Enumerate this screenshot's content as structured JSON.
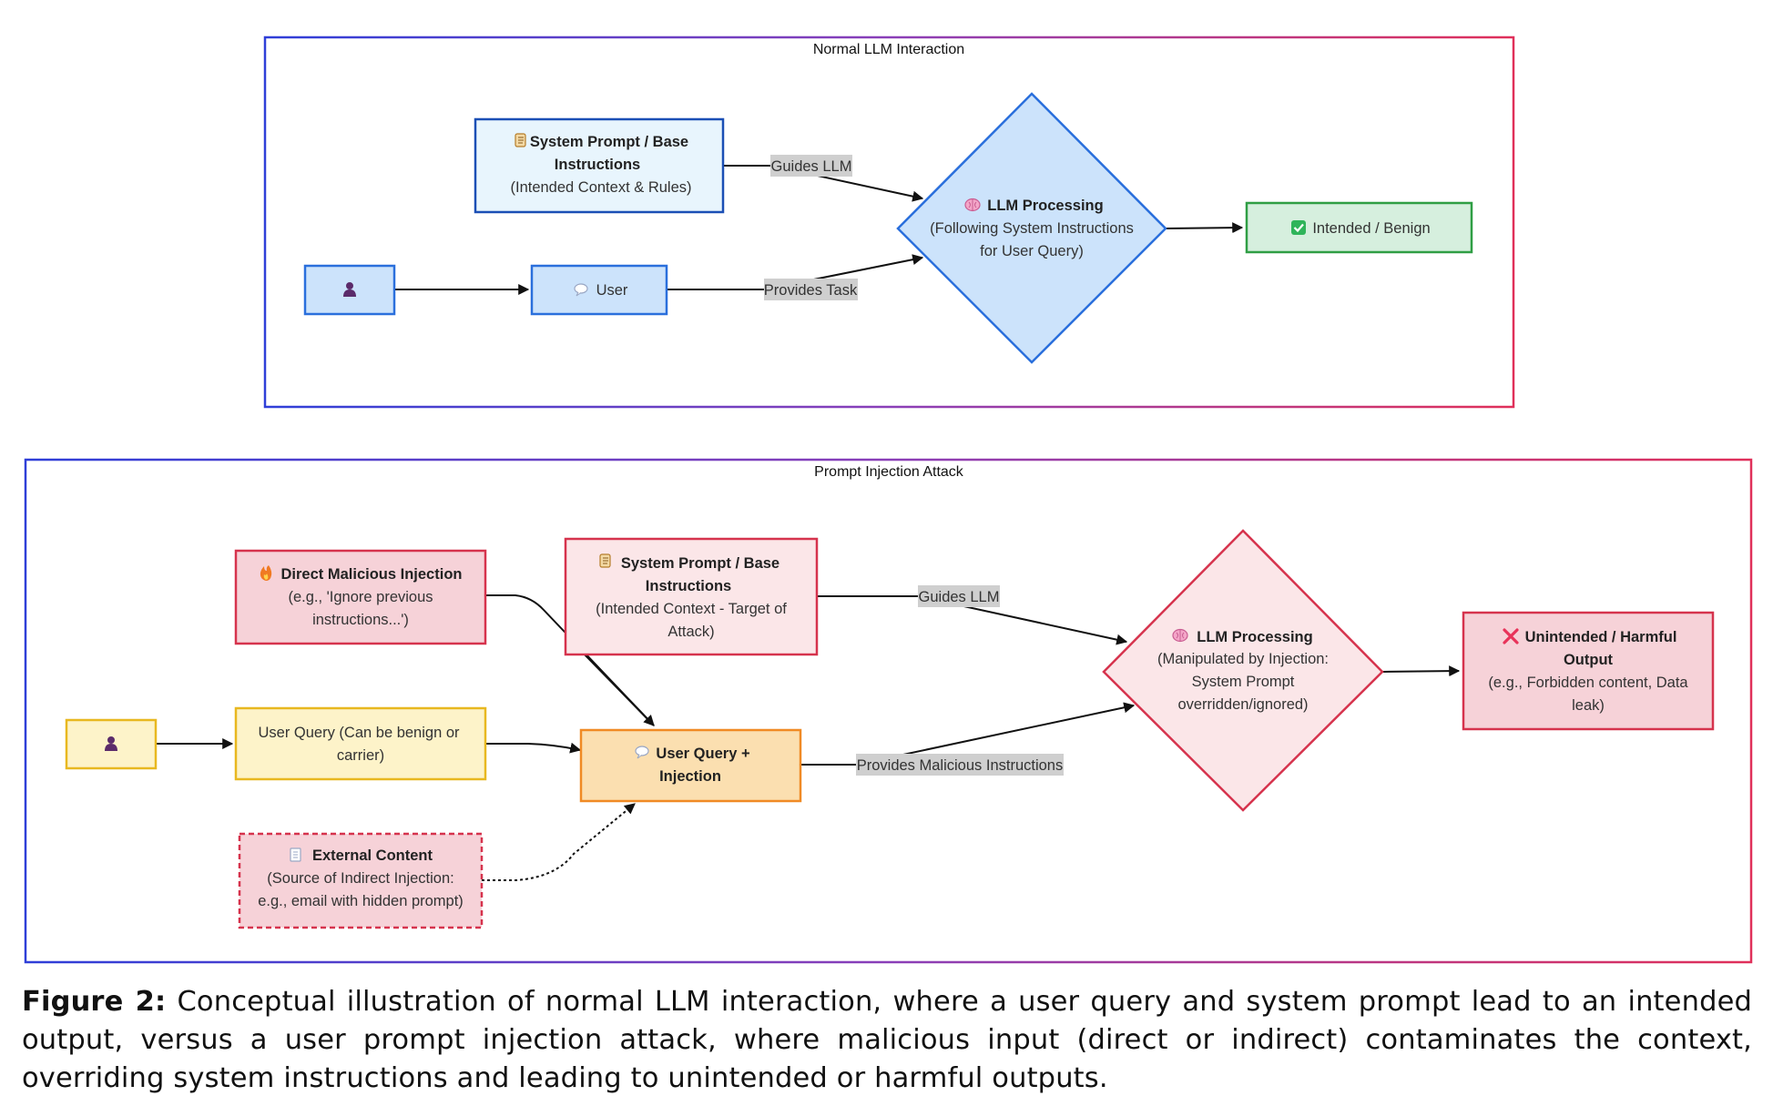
{
  "top_panel": {
    "title": "Normal LLM Interaction",
    "system_prompt": {
      "icon": "scroll-icon",
      "line1": "System Prompt / Base",
      "line2": "Instructions",
      "line3": "(Intended Context & Rules)"
    },
    "user_icon_node": {
      "icon": "user-icon"
    },
    "user": {
      "icon": "speech-bubble-icon",
      "label": "User"
    },
    "llm": {
      "icon": "brain-icon",
      "line1": "LLM Processing",
      "line2": "(Following System Instructions",
      "line3": "for User Query)"
    },
    "output": {
      "icon": "checkmark-icon",
      "label": "Intended / Benign"
    },
    "edges": {
      "guides": "Guides LLM",
      "provides": "Provides Task"
    }
  },
  "bottom_panel": {
    "title": "Prompt Injection Attack",
    "direct": {
      "icon": "fire-icon",
      "line1": "Direct Malicious Injection",
      "line2": "(e.g., 'Ignore previous",
      "line3": "instructions...')"
    },
    "system_prompt": {
      "icon": "scroll-icon",
      "line1": "System Prompt / Base",
      "line2": "Instructions",
      "line3": "(Intended Context - Target of",
      "line4": "Attack)"
    },
    "user_icon_node": {
      "icon": "user-icon"
    },
    "user_query": {
      "line1": "User Query (Can be benign or",
      "line2": "carrier)"
    },
    "combined": {
      "icon": "speech-bubble-icon",
      "line1": "User Query +",
      "line2": "Injection"
    },
    "external": {
      "icon": "document-icon",
      "line1": "External Content",
      "line2": "(Source of Indirect Injection:",
      "line3": "e.g., email with hidden prompt)"
    },
    "llm": {
      "icon": "brain-icon",
      "line1": "LLM Processing",
      "line2": "(Manipulated by Injection:",
      "line3": "System Prompt",
      "line4": "overridden/ignored)"
    },
    "output": {
      "icon": "cross-icon",
      "line1": "Unintended / Harmful",
      "line2": "Output",
      "line3": "(e.g., Forbidden content, Data",
      "line4": "leak)"
    },
    "edges": {
      "guides": "Guides LLM",
      "provides": "Provides Malicious Instructions"
    }
  },
  "caption": {
    "label": "Figure 2:",
    "text": " Conceptual illustration of normal LLM interaction, where a user query and system prompt lead to an intended output, versus a user prompt injection attack, where malicious input (direct or indirect) contaminates the context, overriding system instructions and leading to unintended or harmful outputs."
  }
}
